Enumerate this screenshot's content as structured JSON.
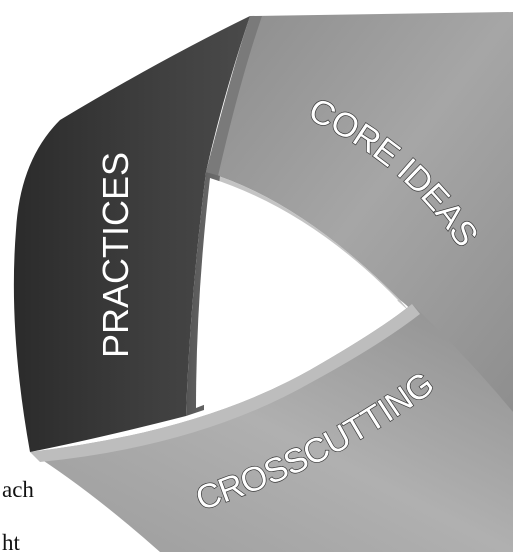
{
  "diagram": {
    "segments": [
      {
        "id": "practices",
        "label": "PRACTICES",
        "color": "#3a3a3a"
      },
      {
        "id": "core-ideas",
        "label": "CORE IDEAS",
        "color": "#9a9a9a"
      },
      {
        "id": "crosscutting",
        "label": "CROSSCUTTING",
        "color": "#a4a4a4"
      }
    ]
  },
  "page_text": {
    "fragment_1": "ach",
    "fragment_2": "ht"
  }
}
